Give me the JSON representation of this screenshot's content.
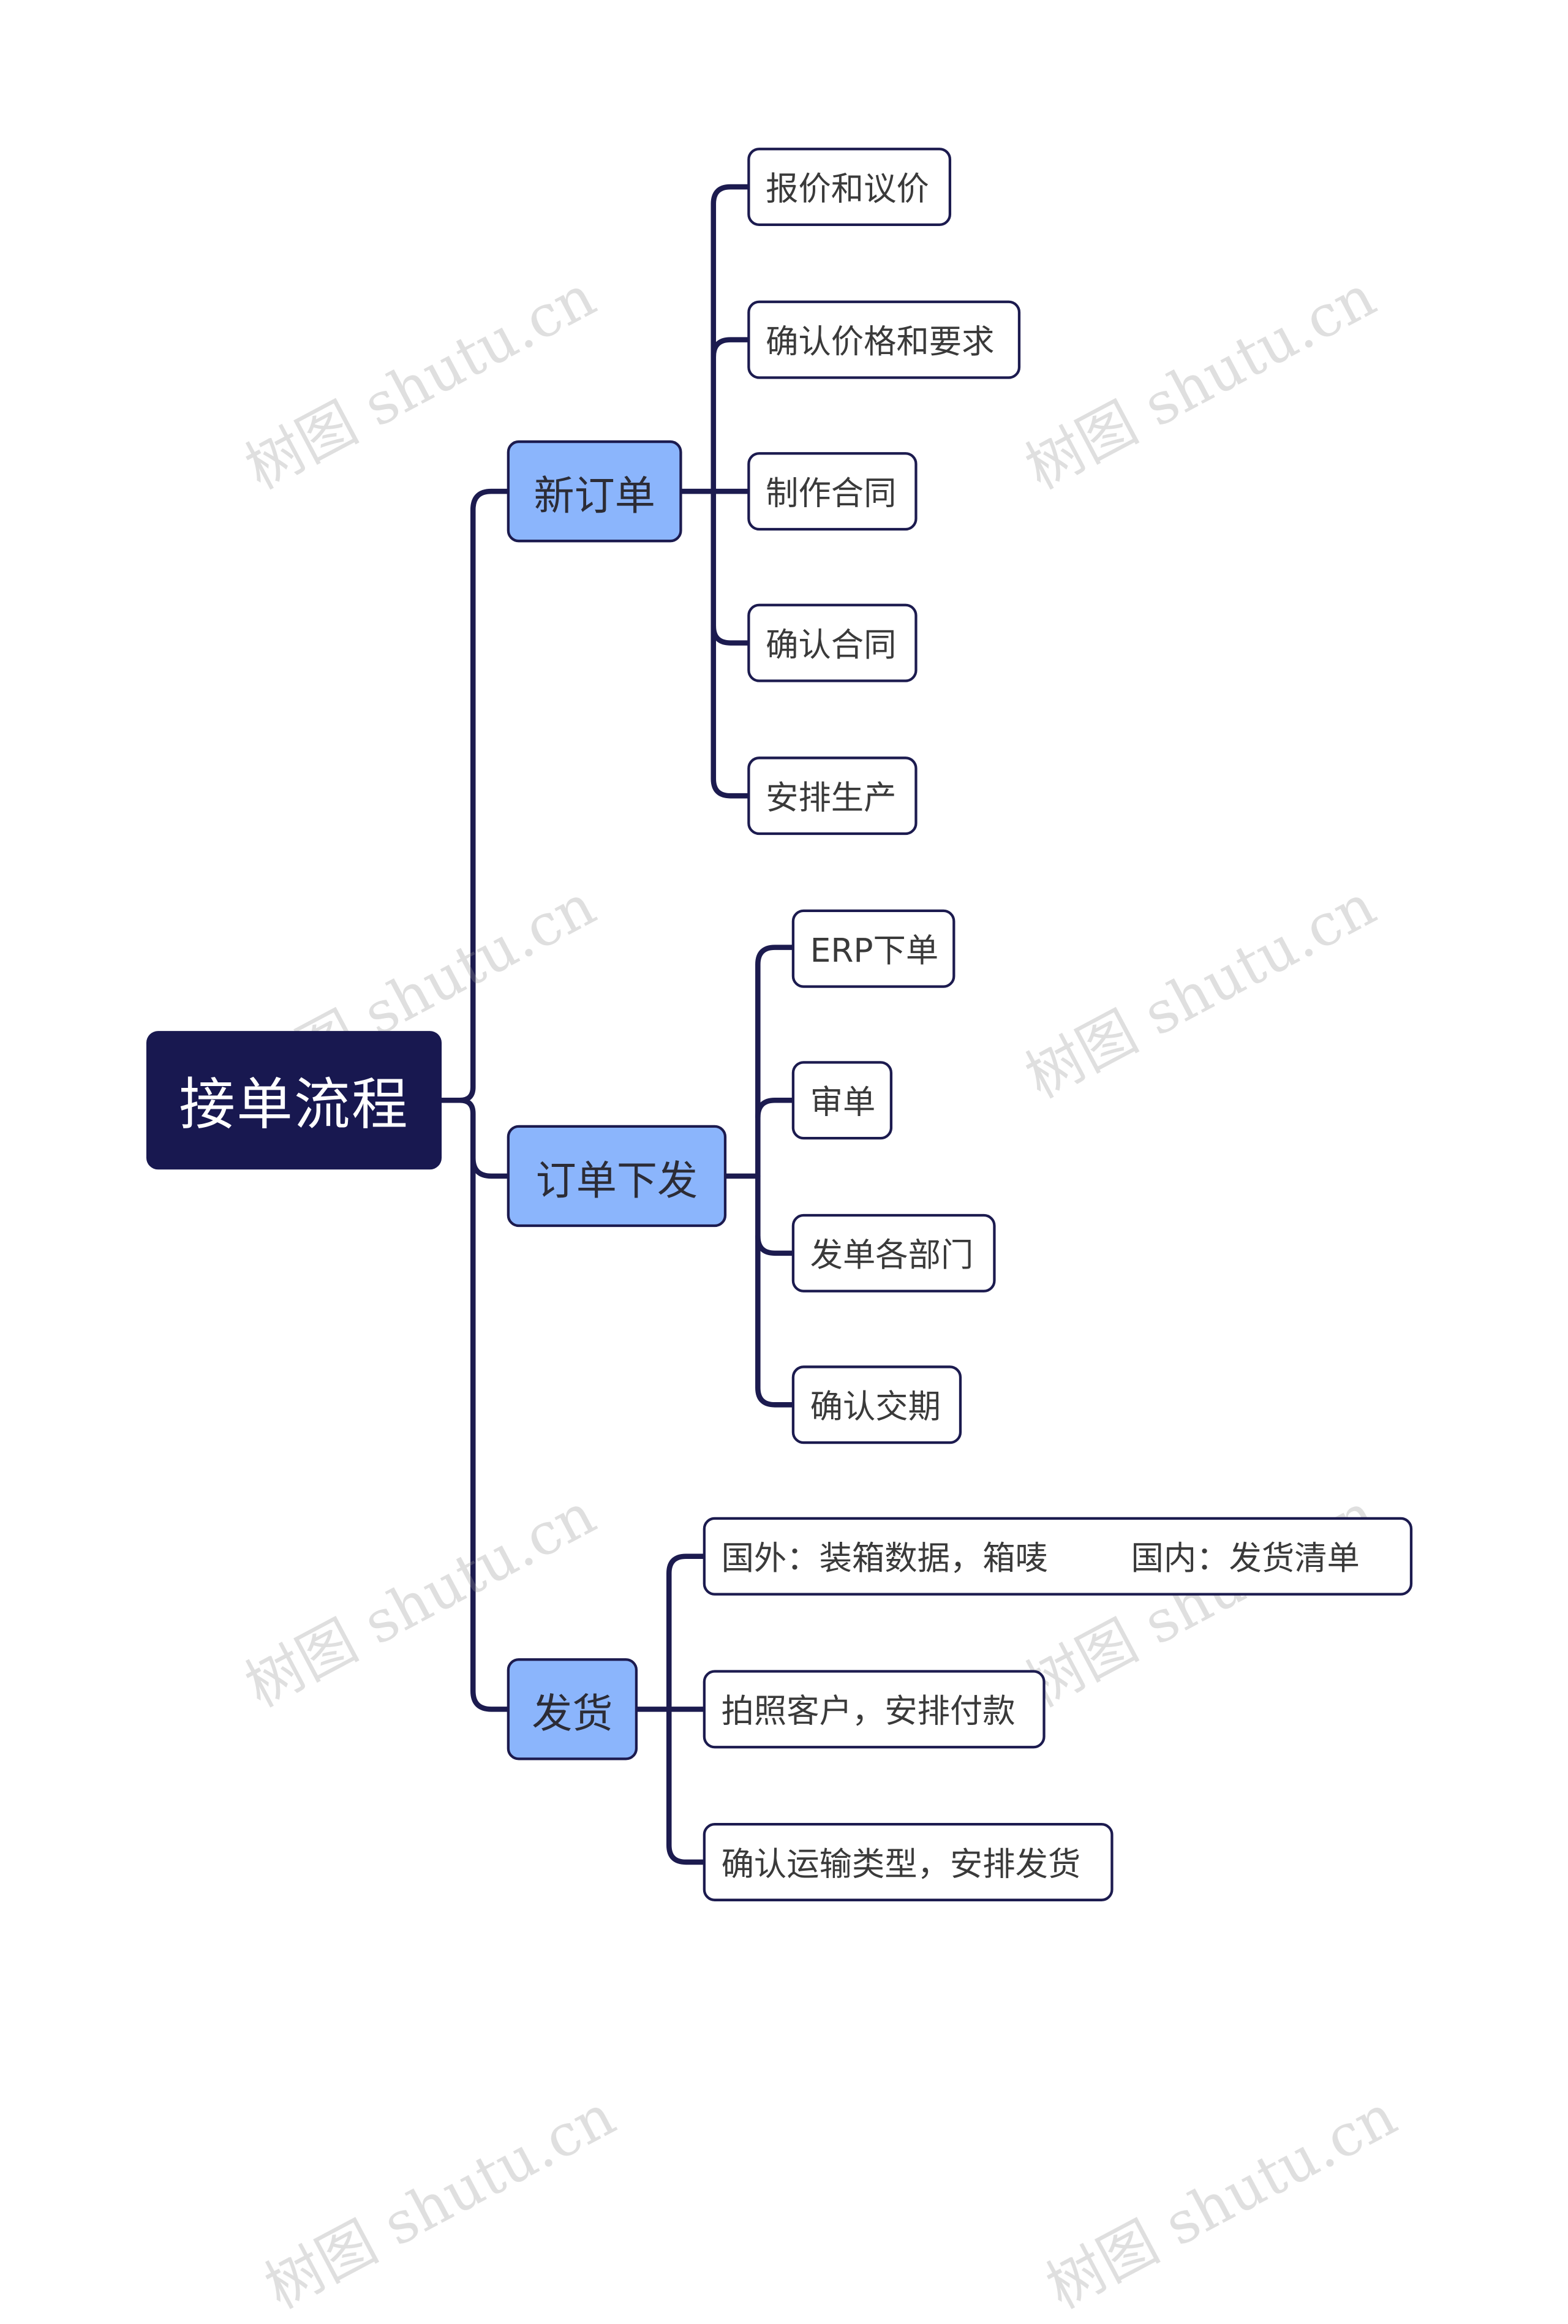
{
  "root": {
    "label": "接单流程"
  },
  "branches": [
    {
      "label": "新订单",
      "children": [
        "报价和议价",
        "确认价格和要求",
        "制作合同",
        "确认合同",
        "安排生产"
      ]
    },
    {
      "label": "订单下发",
      "children": [
        "ERP下单",
        "审单",
        "发单各部门",
        "确认交期"
      ]
    },
    {
      "label": "发货",
      "children": [
        "国外：装箱数据，箱唛        国内：发货清单",
        "拍照客户，安排付款",
        "确认运输类型，安排发货"
      ]
    }
  ],
  "watermark": "树图 shutu.cn",
  "colors": {
    "root_fill": "#181850",
    "branch_fill": "#8bb5fc",
    "leaf_fill": "#ffffff",
    "line": "#1c1b4f"
  }
}
